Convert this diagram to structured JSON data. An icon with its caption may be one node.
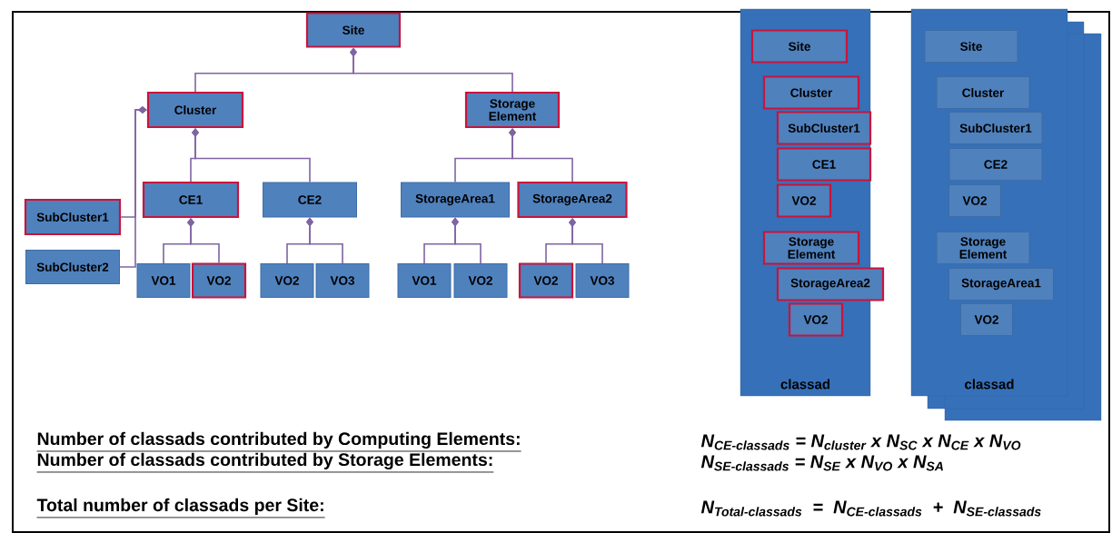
{
  "diagram": {
    "nodes": [
      {
        "text": [
          "Site"
        ]
      },
      {
        "text": [
          "Cluster"
        ]
      },
      {
        "text": [
          "Storage Element"
        ]
      },
      {
        "text": [
          "SubCluster1"
        ]
      },
      {
        "text": [
          "SubCluster2"
        ]
      },
      {
        "text": [
          "CE1"
        ]
      },
      {
        "text": [
          "CE2"
        ]
      },
      {
        "text": [
          "StorageArea1"
        ]
      },
      {
        "text": [
          "StorageArea2"
        ]
      },
      {
        "text": [
          "VO1"
        ]
      },
      {
        "text": [
          "VO2"
        ]
      },
      {
        "text": [
          "VO2"
        ]
      },
      {
        "text": [
          "VO3"
        ]
      },
      {
        "text": [
          "VO1"
        ]
      },
      {
        "text": [
          "VO2"
        ]
      },
      {
        "text": [
          "VO2"
        ]
      },
      {
        "text": [
          "VO3"
        ]
      },
      {
        "text": [
          "classad"
        ]
      },
      {
        "text": [
          "Site"
        ],
        "in": 17
      },
      {
        "text": [
          "Cluster"
        ],
        "in": 17
      },
      {
        "text": [
          "SubCluster1"
        ],
        "in": 17
      },
      {
        "text": [
          "CE1"
        ],
        "in": 17
      },
      {
        "text": [
          "VO2"
        ],
        "in": 17
      },
      {
        "text": [
          "Storage Element"
        ],
        "in": 17
      },
      {
        "text": [
          "StorageArea2"
        ],
        "in": 17
      },
      {
        "text": [
          "VO2"
        ],
        "in": 17
      },
      {
        "text": [
          "classad"
        ]
      },
      {
        "text": [
          "Site"
        ],
        "in": 26
      },
      {
        "text": [
          "Cluster"
        ],
        "in": 26
      },
      {
        "text": [
          "SubCluster1"
        ],
        "in": 26
      },
      {
        "text": [
          "CE2"
        ],
        "in": 26
      },
      {
        "text": [
          "VO2"
        ],
        "in": 26
      },
      {
        "text": [
          "Storage Element"
        ],
        "in": 26
      },
      {
        "text": [
          "StorageArea1"
        ],
        "in": 26
      },
      {
        "text": [
          "VO2"
        ],
        "in": 26
      }
    ],
    "edges": [
      {
        "from": 0,
        "to": 1,
        "arrow": "other"
      },
      {
        "from": 0,
        "to": 2,
        "arrow": "other"
      },
      {
        "from": 1,
        "to": 3,
        "arrow": "other"
      },
      {
        "from": 1,
        "to": 4,
        "arrow": "other"
      },
      {
        "from": 1,
        "to": 5,
        "arrow": "other"
      },
      {
        "from": 1,
        "to": 6,
        "arrow": "other"
      },
      {
        "from": 2,
        "to": 7,
        "arrow": "other"
      },
      {
        "from": 2,
        "to": 8,
        "arrow": "other"
      },
      {
        "from": 5,
        "to": 9,
        "arrow": "other"
      },
      {
        "from": 5,
        "to": 10,
        "arrow": "other"
      },
      {
        "from": 6,
        "to": 11,
        "arrow": "other"
      },
      {
        "from": 6,
        "to": 12,
        "arrow": "other"
      },
      {
        "from": 7,
        "to": 13,
        "arrow": "other"
      },
      {
        "from": 7,
        "to": 14,
        "arrow": "other"
      },
      {
        "from": 8,
        "to": 15,
        "arrow": "other"
      },
      {
        "from": 8,
        "to": 16,
        "arrow": "other"
      }
    ],
    "labels": [
      "Number of classads contributed by Computing Elements:",
      "\\text{N}_{\\text{CE-classads}}\\text{ = N}_{\\text{cluster}}\\text{ x N}_{\\text{SC}}\\text{ x N}_{\\text{CE}}\\text{ x N}_{\\text{VO}}",
      "Number of classads contributed by Storage Elements:",
      "\\text{N}_{\\text{SE-classads}}\\text{ = N}_{\\text{SE}}\\text{ x N}_{\\text{VO}}\\text{ x N}_{\\text{SA}}",
      "Total number of classads per Site:",
      "\\text{N}_{\\text{Total-classads}}\\text{\\ \\ =\\ \\ N}_{\\text{CE-classads}}\\text{\\ \\ +\\ \\ N}_{\\text{SE-classads}}"
    ]
  }
}
